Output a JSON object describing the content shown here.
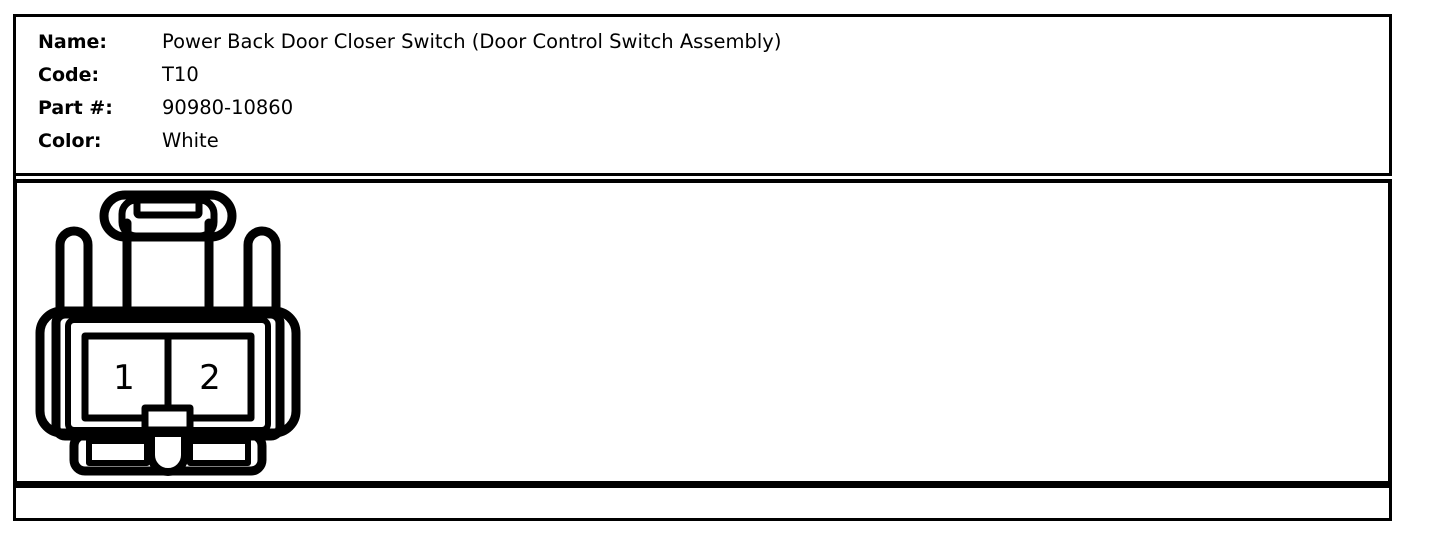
{
  "spec": {
    "fields": [
      {
        "label": "Name:",
        "value": "Power Back Door Closer Switch (Door Control Switch Assembly)"
      },
      {
        "label": "Code:",
        "value": "T10"
      },
      {
        "label": "Part #:",
        "value": "90980-10860"
      },
      {
        "label": "Color:",
        "value": "White"
      }
    ]
  },
  "diagram": {
    "title": "connector-face-view",
    "terminal_count": 2,
    "terminals": [
      {
        "number": "1",
        "position": "left"
      },
      {
        "number": "2",
        "position": "right"
      }
    ],
    "stroke_color": "#000000",
    "fill_color": "#ffffff"
  },
  "notes": {
    "text": ""
  }
}
